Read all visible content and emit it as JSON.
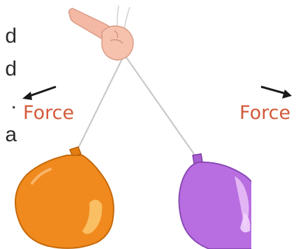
{
  "left_text_fragments": [
    "d",
    "d",
    ".",
    "a"
  ],
  "labels": {
    "force_left": "Force",
    "force_right": "Force"
  },
  "colors": {
    "force_text": "#d35a3a",
    "arrow": "#1a1a1a",
    "balloon_left": "#f08a1e",
    "balloon_right": "#b86ee0",
    "hand": "#f4b9a4",
    "string": "#c8c8c8"
  },
  "icons": [
    "hand-icon",
    "left-arrow-icon",
    "right-arrow-icon",
    "orange-balloon-icon",
    "purple-balloon-icon"
  ]
}
